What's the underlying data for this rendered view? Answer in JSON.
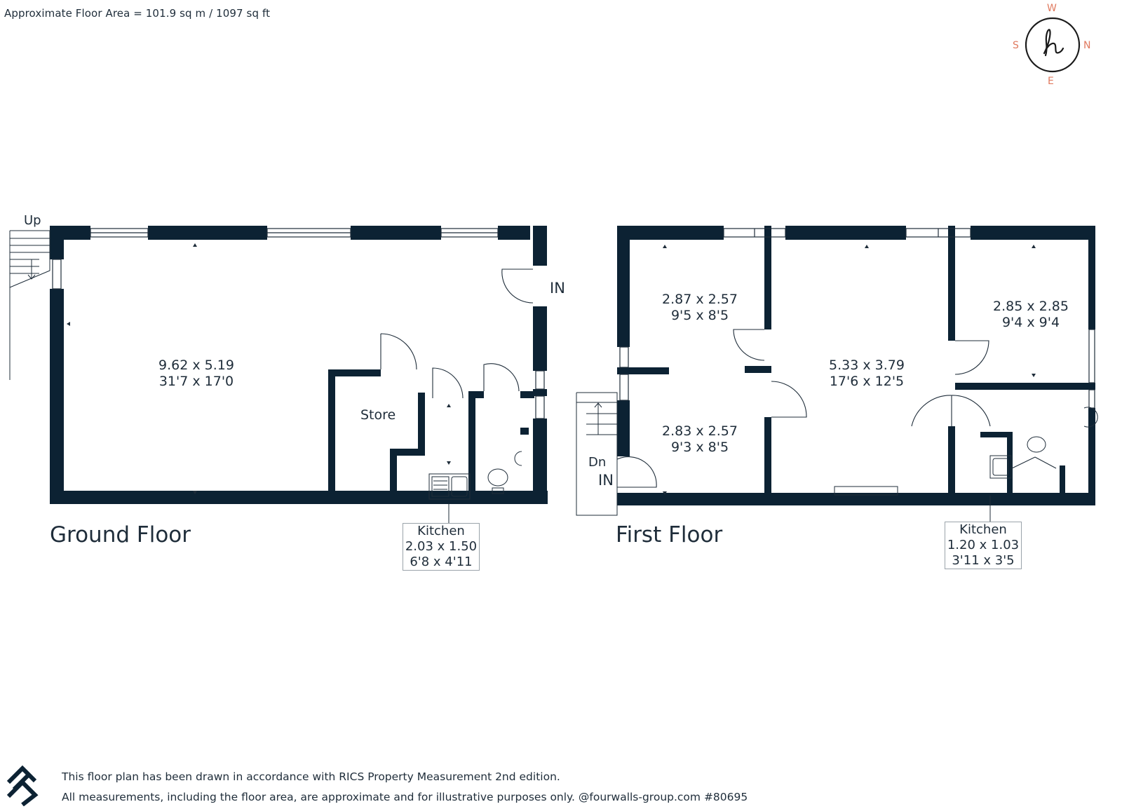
{
  "header": {
    "area_text": "Approximate Floor Area = 101.9 sq m / 1097 sq ft"
  },
  "compass": {
    "n": "N",
    "s": "S",
    "e": "E",
    "w": "W",
    "accent": "#e07a5f",
    "ring": "#1a1a1a"
  },
  "colors": {
    "wall": "#0c2233",
    "line": "#1f2d3a"
  },
  "ground": {
    "title": "Ground Floor",
    "up_label": "Up",
    "in_label": "IN",
    "main_room": {
      "dim_m": "9.62 x 5.19",
      "dim_ft": "31'7 x 17'0"
    },
    "store_label": "Store",
    "kitchen": {
      "name": "Kitchen",
      "dim_m": "2.03 x 1.50",
      "dim_ft": "6'8 x 4'11"
    }
  },
  "first": {
    "title": "First Floor",
    "dn_label": "Dn",
    "in_label": "IN",
    "room_tl": {
      "dim_m": "2.87 x 2.57",
      "dim_ft": "9'5 x 8'5"
    },
    "room_bl": {
      "dim_m": "2.83 x 2.57",
      "dim_ft": "9'3 x 8'5"
    },
    "room_center": {
      "dim_m": "5.33 x 3.79",
      "dim_ft": "17'6 x 12'5"
    },
    "room_tr": {
      "dim_m": "2.85 x 2.85",
      "dim_ft": "9'4 x 9'4"
    },
    "kitchen": {
      "name": "Kitchen",
      "dim_m": "1.20 x 1.03",
      "dim_ft": "3'11 x 3'5"
    }
  },
  "footer": {
    "line1": "This floor plan has been drawn in accordance with RICS Property Measurement 2nd edition.",
    "line2": "All measurements, including the floor area, are approximate and for illustrative purposes only. @fourwalls-group.com #80695"
  }
}
